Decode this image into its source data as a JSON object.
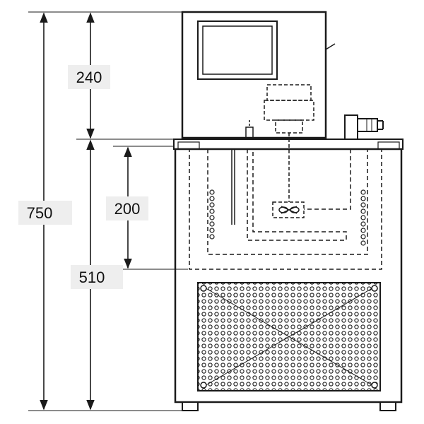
{
  "dimensions": {
    "total_height": "750",
    "head_height": "240",
    "bath_depth": "200",
    "body_height": "510"
  },
  "colors": {
    "line": "#1a1a1a",
    "label_box": "#eeeeee",
    "background": "#ffffff"
  },
  "icons": [
    "controller-display-icon",
    "stirrer-icon",
    "hose-barb-icon",
    "vent-grille-icon"
  ]
}
